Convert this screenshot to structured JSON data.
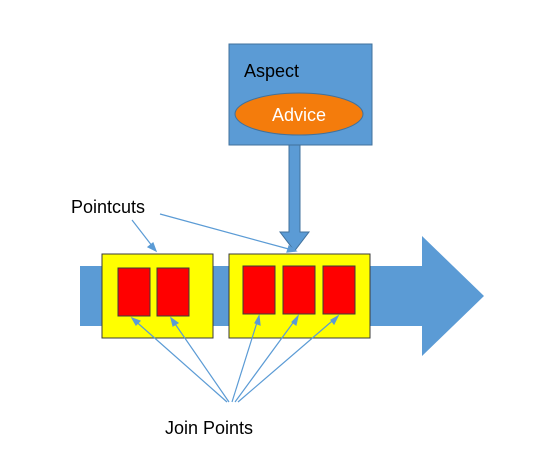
{
  "diagram": {
    "aspect_label": "Aspect",
    "advice_label": "Advice",
    "pointcuts_label": "Pointcuts",
    "join_points_label": "Join Points"
  },
  "colors": {
    "flow_arrow": "#5b9bd5",
    "aspect_box": "#5b9bd5",
    "advice_ellipse": "#f47c0c",
    "pointcut_fill": "#ffff00",
    "join_point_fill": "#ff0000",
    "pointer_lines": "#5b9bd5",
    "outline": "#3b3b3b"
  }
}
